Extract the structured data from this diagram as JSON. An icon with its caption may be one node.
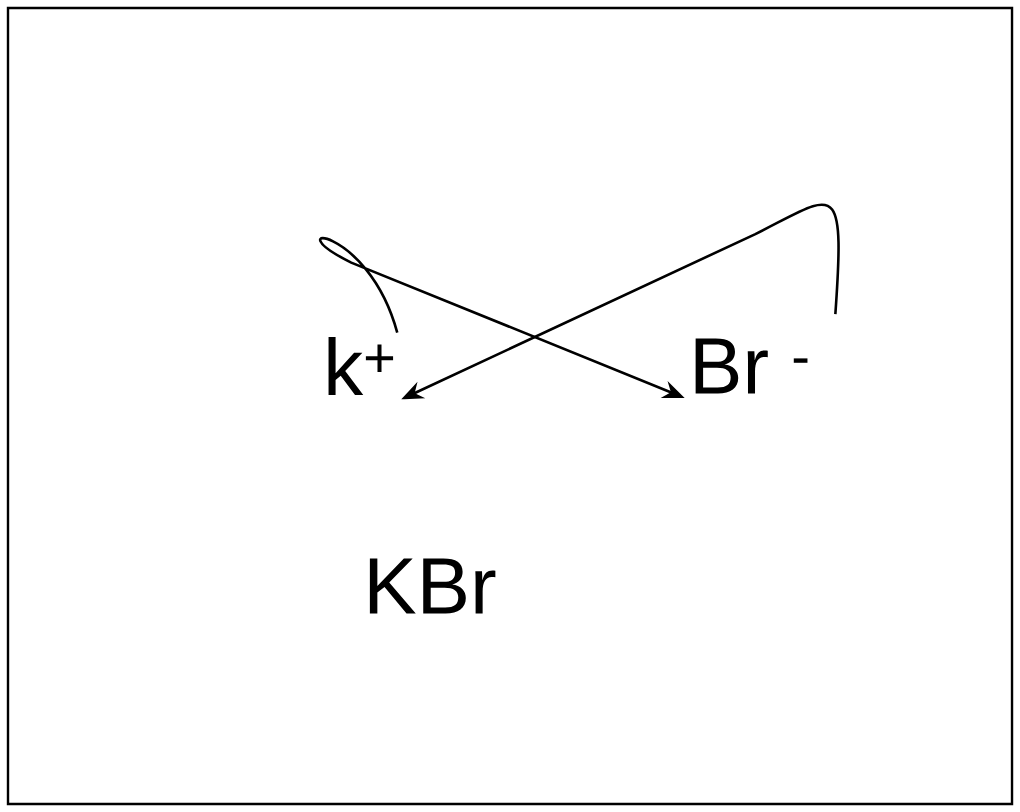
{
  "diagram": {
    "nodes": [
      {
        "text": [
          "k$^{+}$"
        ]
      },
      {
        "text": [
          "Br $^{-}$"
        ]
      },
      {
        "text": [
          "KBr"
        ]
      }
    ],
    "edges": [
      {
        "from": 0,
        "to": 1,
        "arrow": "to"
      },
      {
        "from": 1,
        "to": 0,
        "arrow": "to"
      }
    ]
  }
}
